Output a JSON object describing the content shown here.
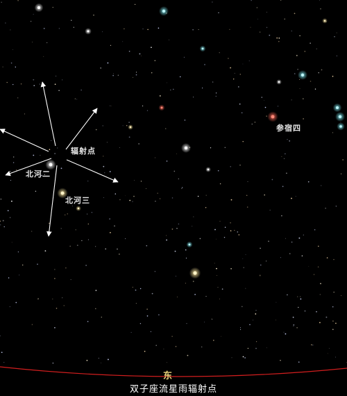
{
  "labels": {
    "radiant": "辐射点",
    "pollux": "北河三",
    "castor": "北河二",
    "betelgeuse": "参宿四"
  },
  "direction": "东",
  "caption": "双子座流星雨辐射点",
  "colors": {
    "sky": "#000000",
    "horizon": "#d21e1e",
    "meteor": "#ffffff",
    "direction_label": "#e8d27a",
    "betelgeuse": "#ff6a5a",
    "blue_star": "#7fe8f0"
  }
}
